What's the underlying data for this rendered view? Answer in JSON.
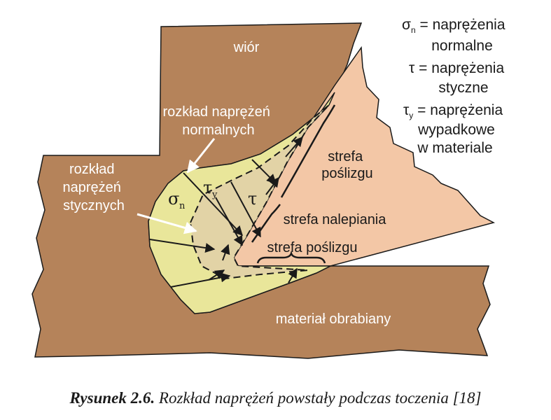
{
  "labels": {
    "chip": "wiór",
    "normal_dist": [
      "rozkład naprężeń",
      "normalnych"
    ],
    "tangent_dist": [
      "rozkład",
      "naprężeń",
      "stycznych"
    ],
    "slip_zone_upper": [
      "strefa",
      "poślizgu"
    ],
    "stick_zone": "strefa nalepiania",
    "slip_zone_lower": "strefa poślizgu",
    "workpiece": "materiał obrabiany"
  },
  "symbols": {
    "sigma": "σ",
    "sigma_sub": "n",
    "tau": "τ",
    "tau_y_sub": "y"
  },
  "legend": {
    "line1": [
      "σ",
      "n",
      " = naprężenia"
    ],
    "line1b": "normalne",
    "line2": "τ = naprężenia",
    "line2b": "styczne",
    "line3": [
      "τ",
      "y",
      " = naprężenia"
    ],
    "line3b": "wypadkowe",
    "line3c": "w materiale"
  },
  "caption": {
    "label": "Rysunek 2.6.",
    "text": " Rozkład naprężeń powstały podczas toczenia [18]"
  },
  "colors": {
    "material": "#b5835a",
    "tool": "#f3c7a6",
    "distribution": "#e9e69a",
    "zone": "#e2d3a6",
    "stroke": "#1a1a1a"
  }
}
